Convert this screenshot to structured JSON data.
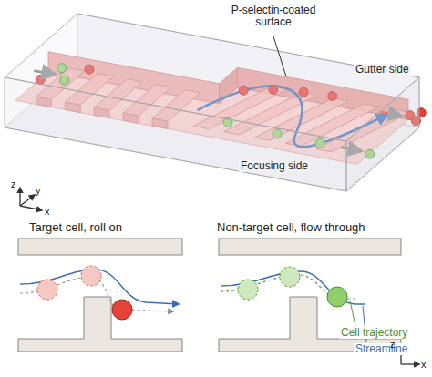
{
  "diagram": {
    "labels": [
      "P-selectin-coated surface",
      "Gutter side",
      "Focusing side",
      "z",
      "y",
      "x",
      "Target cell, roll on",
      "Non-target cell, flow through",
      "Cell trajectory",
      "Streamline",
      "z",
      "x"
    ]
  }
}
